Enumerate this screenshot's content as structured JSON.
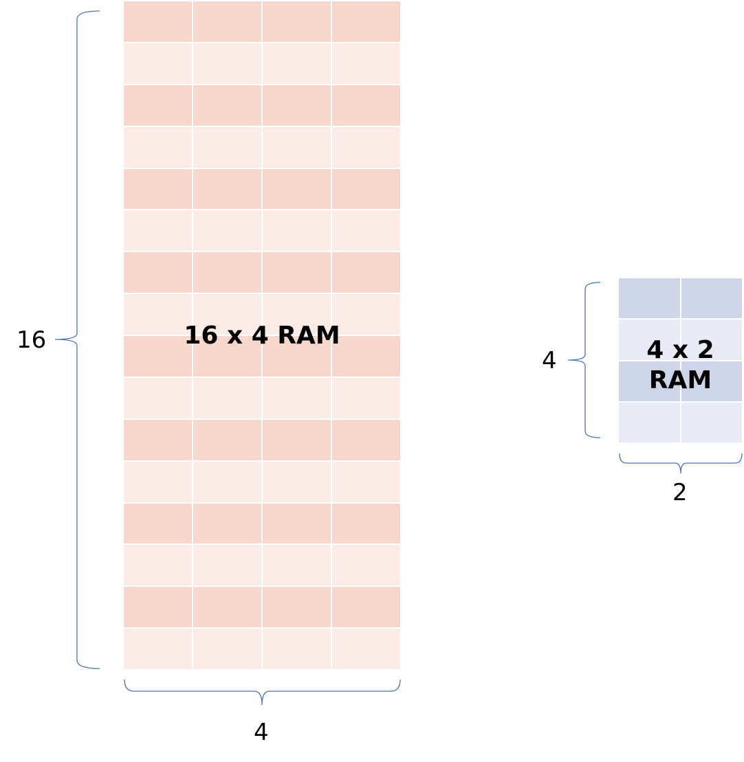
{
  "diagram": {
    "large_ram": {
      "label": "16 x 4 RAM",
      "rows": 16,
      "cols": 4,
      "row_count_label": "16",
      "col_count_label": "4",
      "colors": {
        "dark": "#f7d6cb",
        "light": "#faebe6"
      }
    },
    "small_ram": {
      "label": "4 x 2 RAM",
      "label_lines": [
        "4 x 2",
        "RAM"
      ],
      "rows": 4,
      "cols": 2,
      "row_count_label": "4",
      "col_count_label": "2",
      "colors": {
        "dark": "#cfd5e9",
        "light": "#e8ebf5"
      }
    },
    "brace_color": "#4472c4"
  }
}
